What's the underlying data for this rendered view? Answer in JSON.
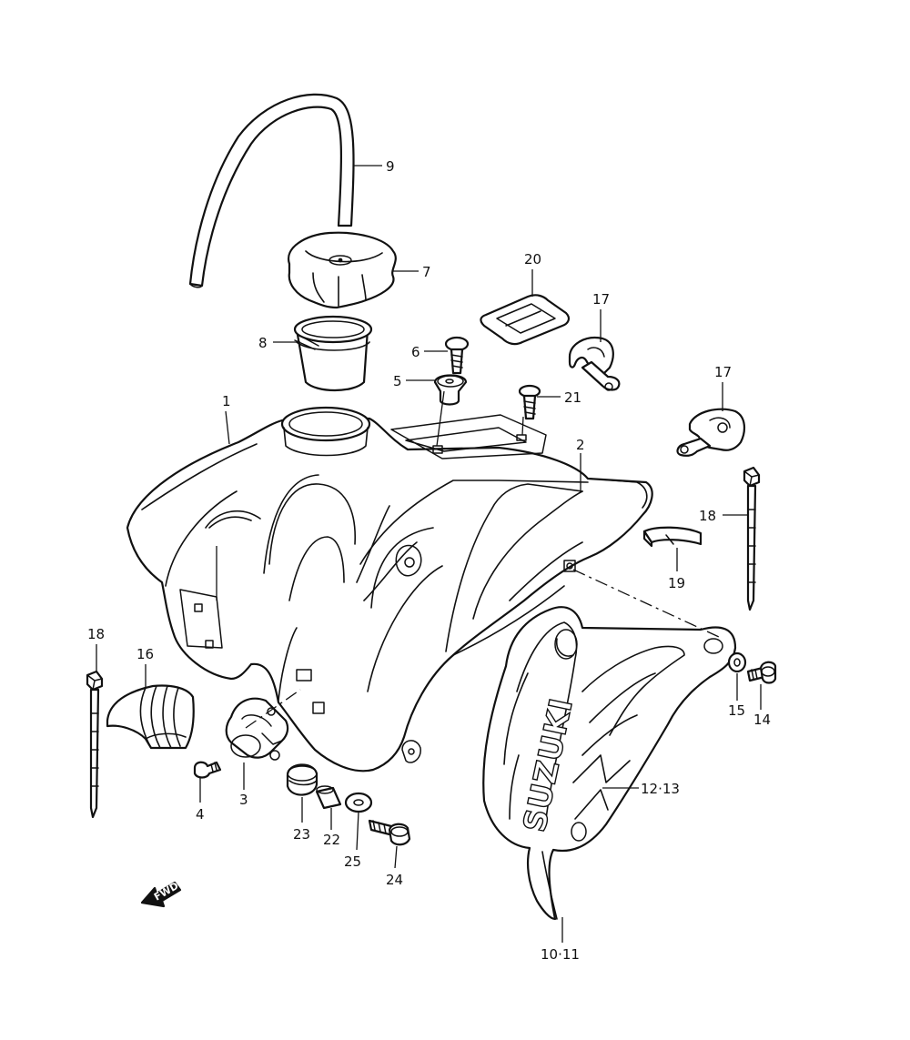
{
  "callouts": {
    "c1": "1",
    "c2": "2",
    "c3": "3",
    "c4": "4",
    "c5": "5",
    "c6": "6",
    "c7": "7",
    "c8": "8",
    "c9": "9",
    "c10_11": "10·11",
    "c12_13": "12·13",
    "c14": "14",
    "c15": "15",
    "c16": "16",
    "c17a": "17",
    "c17b": "17",
    "c18a": "18",
    "c18b": "18",
    "c19": "19",
    "c20": "20",
    "c21": "21",
    "c22": "22",
    "c23": "23",
    "c24": "24",
    "c25": "25"
  },
  "markings": {
    "brand_logo": "SUZUKI",
    "direction_arrow": "FWD"
  },
  "colors": {
    "line": "#111111",
    "background": "#ffffff"
  }
}
